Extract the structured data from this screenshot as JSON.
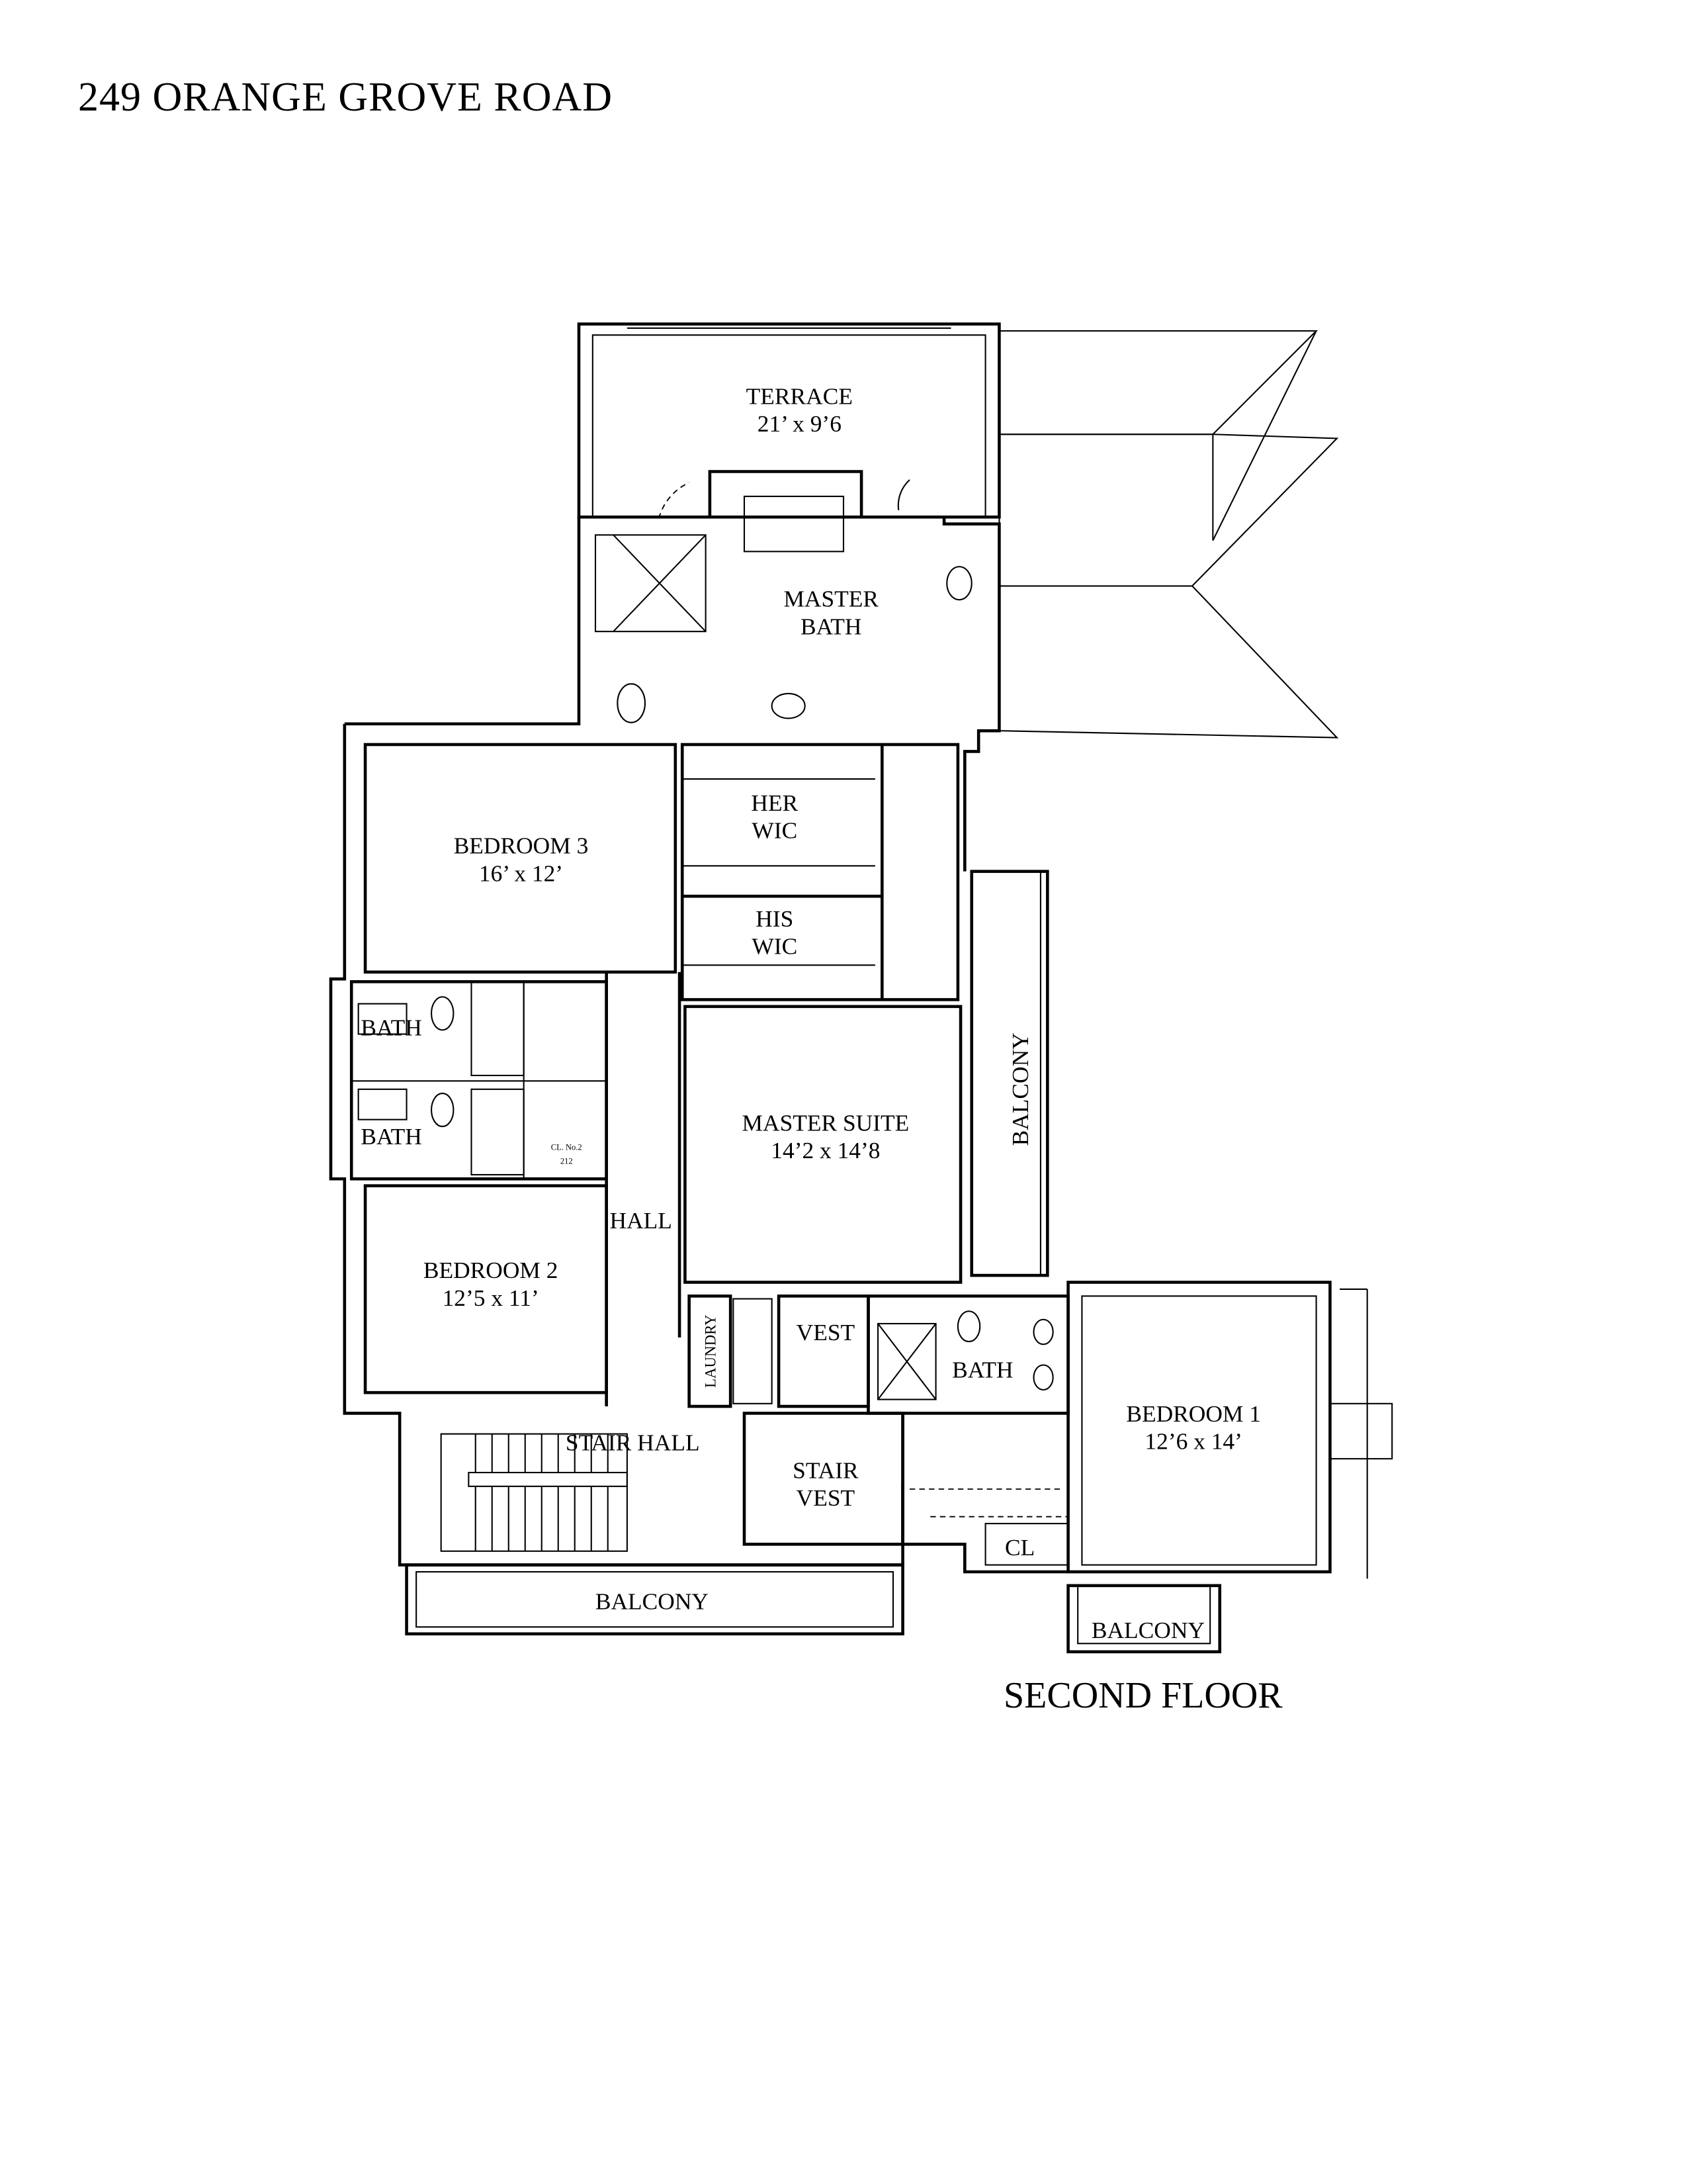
{
  "title": "249 ORANGE GROVE ROAD",
  "floor_label": "SECOND FLOOR",
  "rooms": {
    "terrace": {
      "name": "TERRACE",
      "size": "21’ x 9’6"
    },
    "master_bath": {
      "name1": "MASTER",
      "name2": "BATH"
    },
    "her_wic": {
      "name1": "HER",
      "name2": "WIC"
    },
    "his_wic": {
      "name1": "HIS",
      "name2": "WIC"
    },
    "bedroom3": {
      "name": "BEDROOM 3",
      "size": "16’ x 12’"
    },
    "bath_upper": "BATH",
    "bath_lower": "BATH",
    "master_suite": {
      "name": "MASTER SUITE",
      "size": "14’2 x 14’8"
    },
    "balcony_right": "BALCONY",
    "hall": "HALL",
    "bedroom2": {
      "name": "BEDROOM 2",
      "size": "12’5 x 11’"
    },
    "laundry": "LAUNDRY",
    "vest": "VEST",
    "bath_bed1": "BATH",
    "bedroom1": {
      "name": "BEDROOM 1",
      "size": "12’6 x 14’"
    },
    "stair_hall": "STAIR HALL",
    "stair_vest": {
      "name1": "STAIR",
      "name2": "VEST"
    },
    "cl": "CL",
    "cl_no2": "CL. No.2",
    "cl_no2_num": "212",
    "balcony_bottom": "BALCONY",
    "balcony_small": "BALCONY"
  }
}
